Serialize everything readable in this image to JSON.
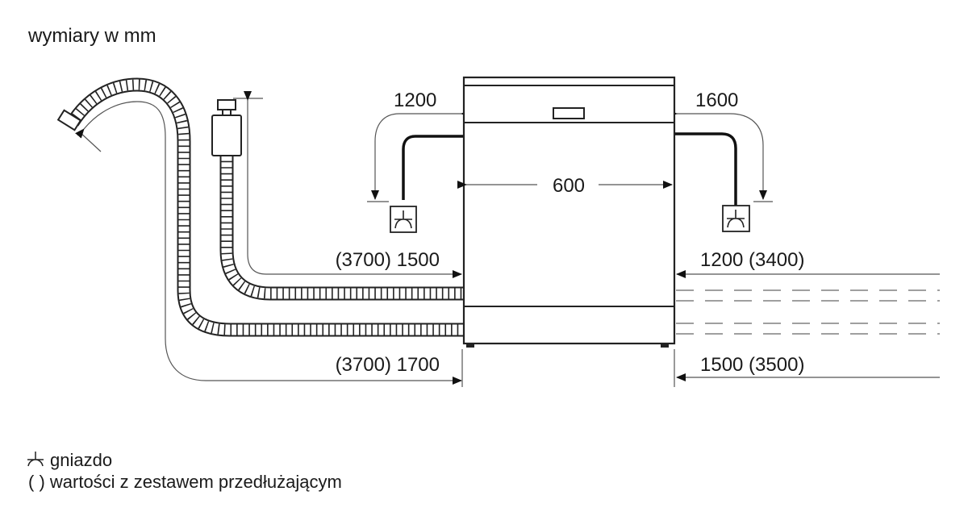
{
  "title": "wymiary w mm",
  "dimensions": {
    "width": "600",
    "power_left": "1200",
    "power_right": "1600",
    "inlet_left": "(3700) 1500",
    "drain_left": "(3700) 1700",
    "inlet_right": "1200 (3400)",
    "drain_right": "1500 (3500)"
  },
  "legend": {
    "socket": "gniazdo",
    "extension": "( ) wartości z zestawem przedłużającym"
  }
}
